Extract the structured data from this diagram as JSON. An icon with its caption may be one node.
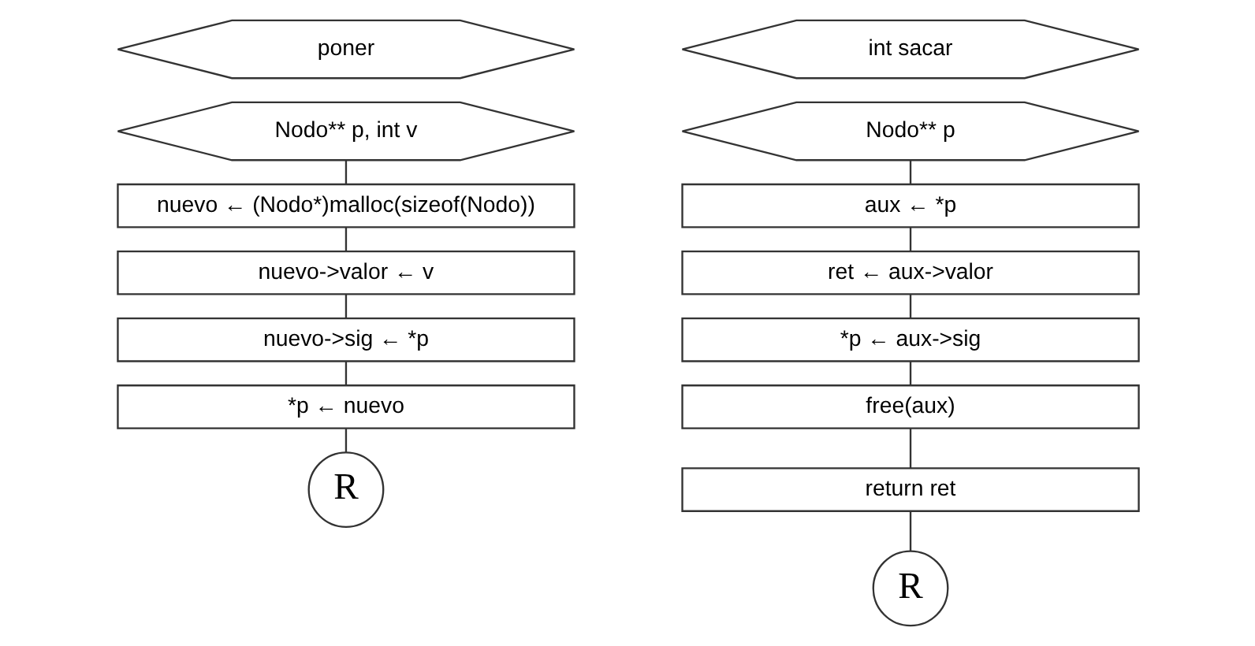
{
  "diagram": {
    "nodes": [
      {
        "text": [
          "poner"
        ]
      },
      {
        "text": [
          "Nodo** p, int v"
        ]
      },
      {
        "text": [
          "nuevo ← (Nodo*)malloc(sizeof(Nodo))"
        ]
      },
      {
        "text": [
          "nuevo->valor ← v"
        ]
      },
      {
        "text": [
          "nuevo->sig ← *p"
        ]
      },
      {
        "text": [
          "*p ← nuevo"
        ]
      },
      {
        "text": [
          "R"
        ]
      },
      {
        "text": [
          "int sacar"
        ]
      },
      {
        "text": [
          "Nodo** p"
        ]
      },
      {
        "text": [
          "aux ← *p"
        ]
      },
      {
        "text": [
          "ret ← aux->valor"
        ]
      },
      {
        "text": [
          "*p ← aux->sig"
        ]
      },
      {
        "text": [
          "free(aux)"
        ]
      },
      {
        "text": [
          "return ret"
        ]
      },
      {
        "text": [
          "R"
        ]
      }
    ],
    "edges": [
      {
        "from": 1,
        "to": 2,
        "arrow": "none"
      },
      {
        "from": 2,
        "to": 3,
        "arrow": "none"
      },
      {
        "from": 3,
        "to": 4,
        "arrow": "none"
      },
      {
        "from": 4,
        "to": 5,
        "arrow": "none"
      },
      {
        "from": 5,
        "to": 6,
        "arrow": "none"
      },
      {
        "from": 8,
        "to": 9,
        "arrow": "none"
      },
      {
        "from": 9,
        "to": 10,
        "arrow": "none"
      },
      {
        "from": 10,
        "to": 11,
        "arrow": "none"
      },
      {
        "from": 11,
        "to": 12,
        "arrow": "none"
      },
      {
        "from": 12,
        "to": 13,
        "arrow": "none"
      },
      {
        "from": 13,
        "to": 14,
        "arrow": "none"
      }
    ]
  }
}
